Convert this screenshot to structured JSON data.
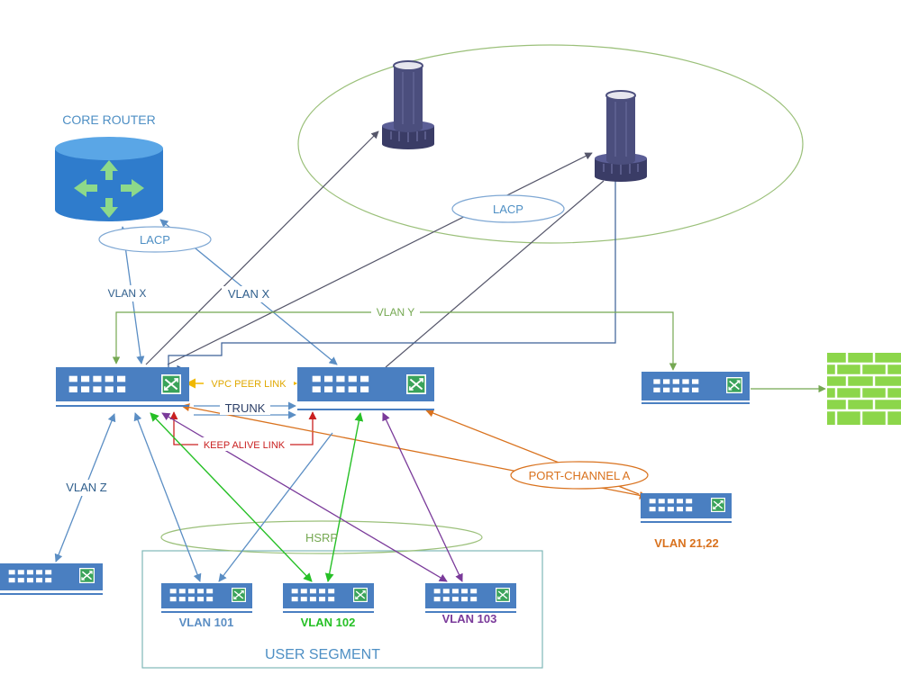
{
  "labels": {
    "core_router": "CORE ROUTER",
    "lacp_router": "LACP",
    "lacp_servers": "LACP",
    "vlan_x_left": "VLAN X",
    "vlan_x_mid": "VLAN X",
    "vlan_y": "VLAN Y",
    "vpc_peer_link": "VPC PEER LINK",
    "trunk": "TRUNK",
    "keep_alive_link": "KEEP ALIVE LINK",
    "port_channel_a": "PORT-CHANNEL A",
    "vlan_z": "VLAN Z",
    "hsrp": "HSRP",
    "vlan_101": "VLAN 101",
    "vlan_102": "VLAN 102",
    "vlan_103": "VLAN 103",
    "vlan_21_22": "VLAN 21,22",
    "user_segment": "USER SEGMENT"
  },
  "colors": {
    "switch_blue": "#4a7fc1",
    "blue_link": "#5b8ec4",
    "gray_link": "#55566a",
    "green_link": "#75a852",
    "bright_green": "#26c026",
    "purple": "#7a3a9a",
    "orange": "#d9721e",
    "red": "#c92020",
    "yellow": "#f0b800",
    "firewall": "#8cd64a",
    "server": "#4b4e7d"
  },
  "icons": [
    "router-icon",
    "server-icon",
    "switch-icon",
    "firewall-icon"
  ]
}
